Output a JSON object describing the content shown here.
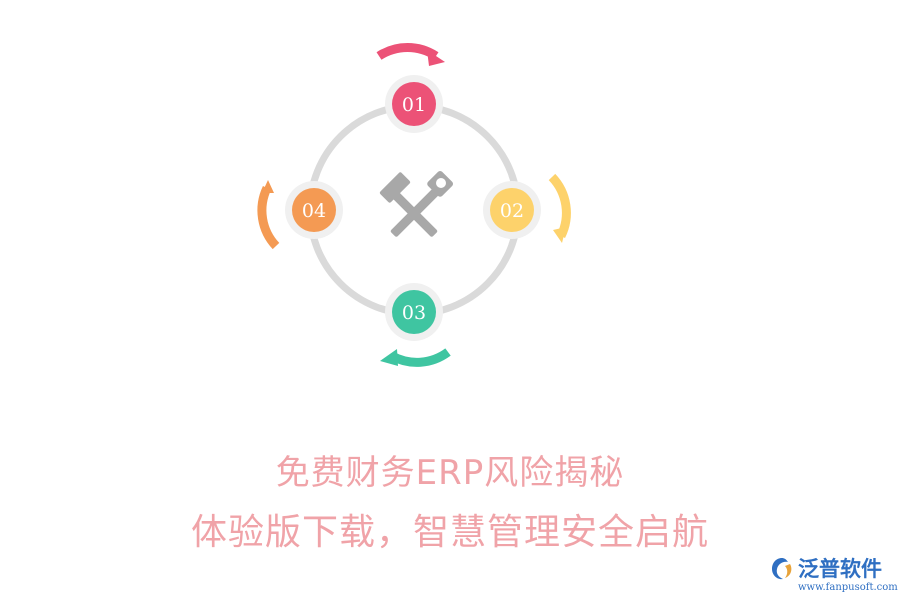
{
  "diagram": {
    "steps": [
      {
        "num": "01",
        "color": "#ec5277"
      },
      {
        "num": "02",
        "color": "#fdd26b"
      },
      {
        "num": "03",
        "color": "#3fc5a1"
      },
      {
        "num": "04",
        "color": "#f49a53"
      }
    ],
    "ring_color": "#dadada",
    "center_icon": "hammer-wrench-icon",
    "icon_color": "#a8a8a8"
  },
  "title": {
    "line1": "免费财务ERP风险揭秘",
    "line2": "体验版下载，智慧管理安全启航"
  },
  "logo": {
    "name": "泛普软件",
    "url": "www.fanpusoft.com"
  }
}
